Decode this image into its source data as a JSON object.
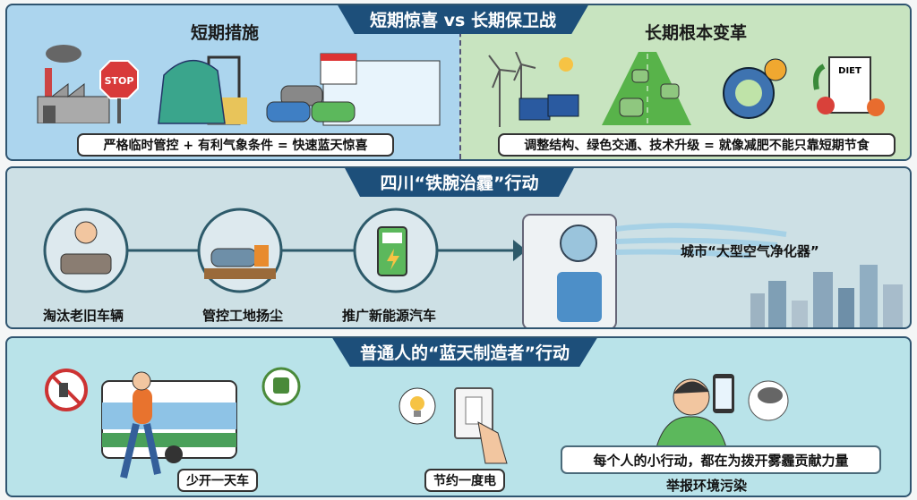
{
  "section1": {
    "title": "短期惊喜 vs 长期保卫战",
    "left": {
      "heading": "短期措施",
      "stop_sign": "STOP",
      "caption": "严格临时管控 + 有利气象条件 = 快速蓝天惊喜"
    },
    "right": {
      "heading": "长期根本变革",
      "diet_label": "DIET",
      "caption": "调整结构、绿色交通、技术升级 = 就像减肥不能只靠短期节食"
    }
  },
  "section2": {
    "title": "四川“铁腕治霾”行动",
    "steps": [
      {
        "label": "淘汰老旧车辆"
      },
      {
        "label": "管控工地扬尘"
      },
      {
        "label": "推广新能源汽车"
      }
    ],
    "purifier_label": "城市“大型空气净化器”"
  },
  "section3": {
    "title": "普通人的“蓝天制造者”行动",
    "actions": [
      {
        "label": "少开一天车"
      },
      {
        "label": "节约一度电"
      },
      {
        "label": "举报环境污染"
      }
    ],
    "banner": "每个人的小行动，都在为拨开雾霾贡献力量"
  },
  "colors": {
    "tab": "#1d4f7a",
    "left_bg": "#acd5ee",
    "right_bg": "#c8e4c0",
    "mid_bg": "#cde0e5",
    "bottom_bg": "#b9e3e9"
  }
}
